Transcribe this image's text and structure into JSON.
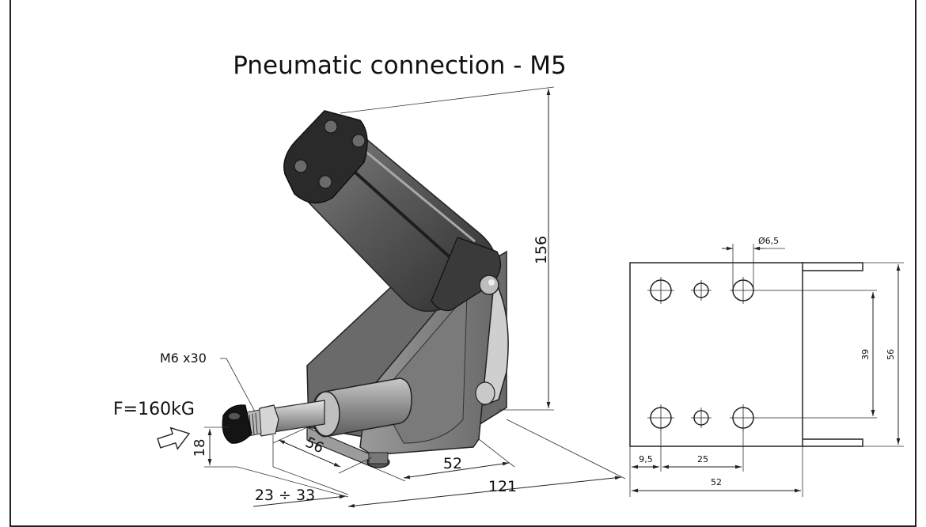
{
  "title": "Pneumatic connection - M5",
  "labels": {
    "screw": "M6 x30",
    "force": "F=160kG"
  },
  "dimensions_3d": {
    "height": "156",
    "tip_height": "18",
    "base_depth": "56",
    "base_span": "52",
    "overall_length": "121",
    "stroke_range": "23 ÷ 33"
  },
  "dimensions_plate": {
    "hole_diameter": "Ø6,5",
    "hole_spacing_v": "39",
    "plate_height": "56",
    "edge_offset": "9,5",
    "hole_pitch": "25",
    "plate_width": "52"
  },
  "colors": {
    "cylinder_dark": "#3b3b3b",
    "cylinder_mid": "#6e6e6e",
    "bracket": "#8a8a8a",
    "rod": "#bdbdbd",
    "tip": "#141414"
  }
}
